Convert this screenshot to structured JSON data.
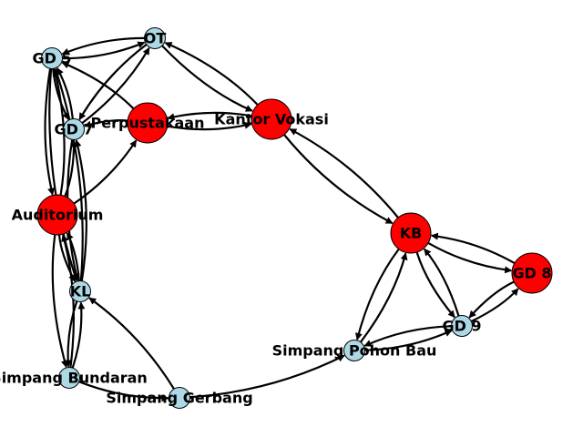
{
  "colors": {
    "background": "#ffffff",
    "major_node": "#ff0000",
    "minor_node": "#add8e6",
    "edge": "#000000",
    "outline": "#000000"
  },
  "nodes": [
    {
      "id": "ot",
      "label": "OT",
      "kind": "minor"
    },
    {
      "id": "gd5",
      "label": "GD 5",
      "kind": "minor"
    },
    {
      "id": "gd7",
      "label": "GD 7",
      "kind": "minor"
    },
    {
      "id": "perpustakaan",
      "label": "Perpustakaan",
      "kind": "major"
    },
    {
      "id": "kantor-vokasi",
      "label": "Kantor Vokasi",
      "kind": "major"
    },
    {
      "id": "auditorium",
      "label": "Auditorium",
      "kind": "major"
    },
    {
      "id": "kb",
      "label": "KB",
      "kind": "major"
    },
    {
      "id": "gd8",
      "label": "GD 8",
      "kind": "major"
    },
    {
      "id": "kl",
      "label": "KL",
      "kind": "minor"
    },
    {
      "id": "gd9",
      "label": "GD 9",
      "kind": "minor"
    },
    {
      "id": "simpang-pohon-bau",
      "label": "Simpang Pohon Bau",
      "kind": "minor"
    },
    {
      "id": "simpang-bundaran",
      "label": "Simpang Bundaran",
      "kind": "minor"
    },
    {
      "id": "simpang-gerbang",
      "label": "Simpang Gerbang",
      "kind": "minor"
    }
  ],
  "edges": [
    {
      "from": "gd5",
      "to": "ot"
    },
    {
      "from": "ot",
      "to": "gd5"
    },
    {
      "from": "gd7",
      "to": "ot"
    },
    {
      "from": "ot",
      "to": "gd7"
    },
    {
      "from": "kantor-vokasi",
      "to": "ot"
    },
    {
      "from": "ot",
      "to": "kantor-vokasi"
    },
    {
      "from": "gd5",
      "to": "gd7"
    },
    {
      "from": "gd7",
      "to": "gd5"
    },
    {
      "from": "perpustakaan",
      "to": "gd5"
    },
    {
      "from": "auditorium",
      "to": "gd5"
    },
    {
      "from": "gd5",
      "to": "auditorium"
    },
    {
      "from": "kl",
      "to": "gd5"
    },
    {
      "from": "gd5",
      "to": "kl"
    },
    {
      "from": "perpustakaan",
      "to": "kantor-vokasi"
    },
    {
      "from": "kantor-vokasi",
      "to": "perpustakaan"
    },
    {
      "from": "perpustakaan",
      "to": "gd7"
    },
    {
      "from": "auditorium",
      "to": "perpustakaan"
    },
    {
      "from": "auditorium",
      "to": "gd7"
    },
    {
      "from": "gd7",
      "to": "kl"
    },
    {
      "from": "kl",
      "to": "gd7"
    },
    {
      "from": "auditorium",
      "to": "kl"
    },
    {
      "from": "kl",
      "to": "auditorium"
    },
    {
      "from": "auditorium",
      "to": "simpang-bundaran"
    },
    {
      "from": "simpang-bundaran",
      "to": "auditorium"
    },
    {
      "from": "kl",
      "to": "simpang-bundaran"
    },
    {
      "from": "simpang-bundaran",
      "to": "kl"
    },
    {
      "from": "simpang-bundaran",
      "to": "simpang-gerbang"
    },
    {
      "from": "simpang-gerbang",
      "to": "kl"
    },
    {
      "from": "simpang-gerbang",
      "to": "simpang-pohon-bau"
    },
    {
      "from": "simpang-pohon-bau",
      "to": "gd9"
    },
    {
      "from": "gd9",
      "to": "simpang-pohon-bau"
    },
    {
      "from": "kb",
      "to": "simpang-pohon-bau"
    },
    {
      "from": "simpang-pohon-bau",
      "to": "kb"
    },
    {
      "from": "kb",
      "to": "gd9"
    },
    {
      "from": "gd9",
      "to": "kb"
    },
    {
      "from": "kb",
      "to": "gd8"
    },
    {
      "from": "gd8",
      "to": "kb"
    },
    {
      "from": "gd8",
      "to": "gd9"
    },
    {
      "from": "gd9",
      "to": "gd8"
    },
    {
      "from": "kantor-vokasi",
      "to": "kb"
    },
    {
      "from": "kb",
      "to": "kantor-vokasi"
    }
  ]
}
